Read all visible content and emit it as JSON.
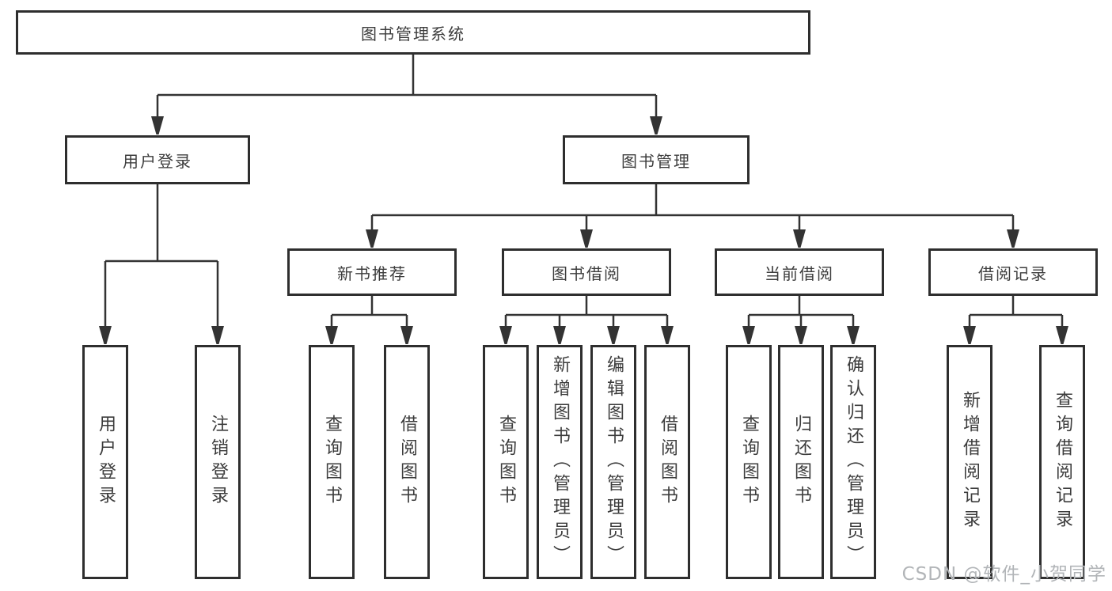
{
  "diagram": {
    "title": "图书管理系统",
    "root": {
      "label": "图书管理系统"
    },
    "level2": [
      {
        "label": "用户登录"
      },
      {
        "label": "图书管理"
      }
    ],
    "level3": [
      {
        "label": "新书推荐",
        "parent": "图书管理"
      },
      {
        "label": "图书借阅",
        "parent": "图书管理"
      },
      {
        "label": "当前借阅",
        "parent": "图书管理"
      },
      {
        "label": "借阅记录",
        "parent": "图书管理"
      }
    ],
    "leaves": [
      {
        "label": "用户登录",
        "parent": "用户登录"
      },
      {
        "label": "注销登录",
        "parent": "用户登录"
      },
      {
        "label": "查询图书",
        "parent": "新书推荐"
      },
      {
        "label": "借阅图书",
        "parent": "新书推荐"
      },
      {
        "label": "查询图书",
        "parent": "图书借阅"
      },
      {
        "label": "新增图书（管理员）",
        "parent": "图书借阅"
      },
      {
        "label": "编辑图书（管理员）",
        "parent": "图书借阅"
      },
      {
        "label": "借阅图书",
        "parent": "图书借阅"
      },
      {
        "label": "查询图书",
        "parent": "当前借阅"
      },
      {
        "label": "归还图书",
        "parent": "当前借阅"
      },
      {
        "label": "确认归还（管理员）",
        "parent": "当前借阅"
      },
      {
        "label": "新增借阅记录",
        "parent": "借阅记录"
      },
      {
        "label": "查询借阅记录",
        "parent": "借阅记录"
      }
    ],
    "watermark": "CSDN @软件_小贺同学",
    "colors": {
      "line": "#333333",
      "box_border": "#2e2e2e",
      "box_fill": "#ffffff",
      "text": "#3c3c3c",
      "watermark": "#b2b5b8"
    }
  }
}
